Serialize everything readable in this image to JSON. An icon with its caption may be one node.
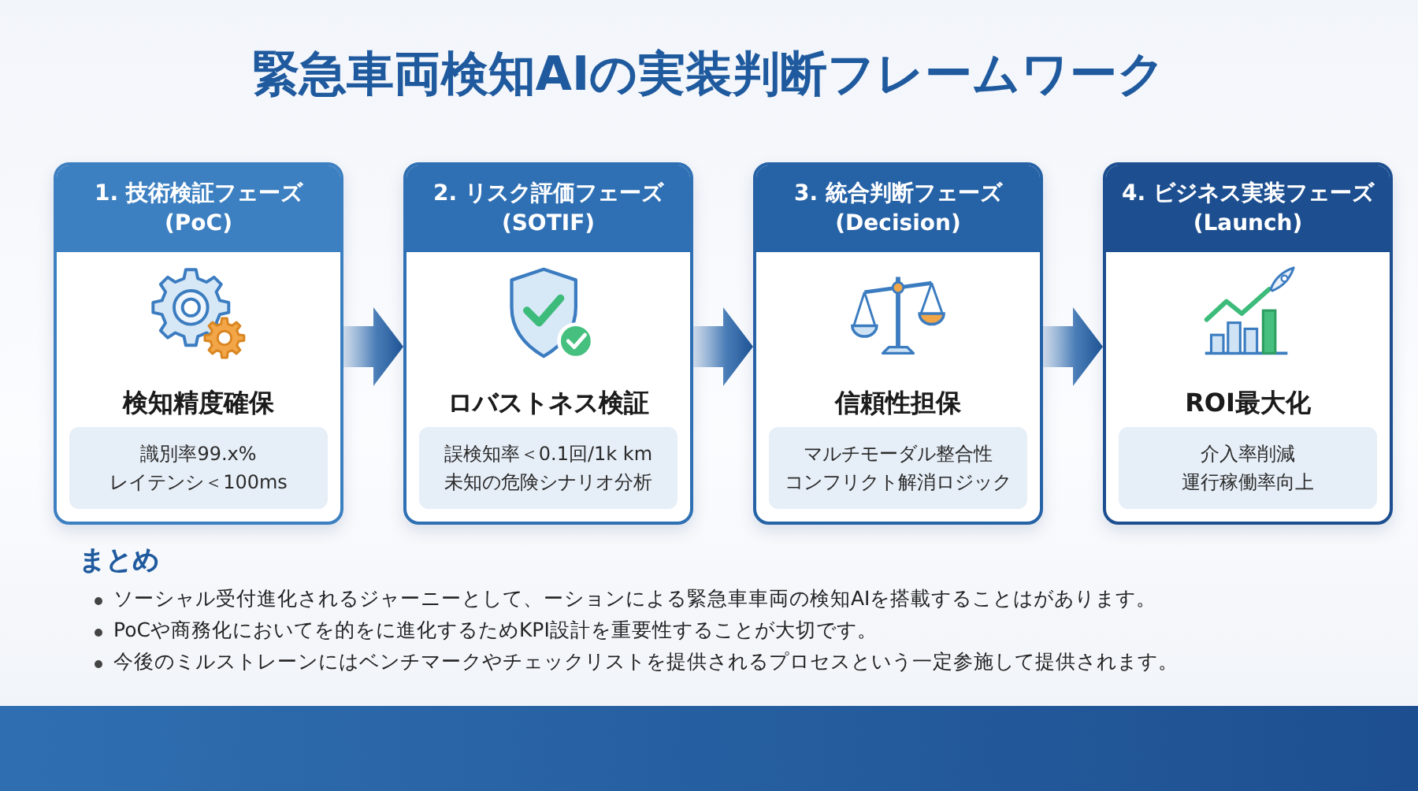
{
  "diagram": {
    "title": "緊急車両検知AIの実装判断フレームワーク",
    "nodes": [
      {
        "text": [
          "1. 技術検証フェーズ (PoC)",
          "検知精度確保"
        ]
      },
      {
        "text": [
          "識別率99.x%",
          "レイテンシ＜100ms"
        ],
        "in": 0
      },
      {
        "text": [
          "2. リスク評価フェーズ (SOTIF)",
          "ロバストネス検証"
        ]
      },
      {
        "text": [
          "誤検知率＜0.1回/1k km",
          "未知の危険シナリオ分析"
        ],
        "in": 2
      },
      {
        "text": [
          "3. 統合判断フェーズ (Decision)",
          "信頼性担保"
        ]
      },
      {
        "text": [
          "マルチモーダル整合性",
          "コンフリクト解消ロジック"
        ],
        "in": 4
      },
      {
        "text": [
          "4. ビジネス実装フェーズ (Launch)",
          "ROI最大化"
        ]
      },
      {
        "text": [
          "介入率削減",
          "運行稼働率向上"
        ],
        "in": 6
      }
    ],
    "edges": [
      {
        "from": 0,
        "to": 2,
        "arrow": "to"
      },
      {
        "from": 2,
        "to": 4,
        "arrow": "to"
      },
      {
        "from": 4,
        "to": 6,
        "arrow": "to"
      }
    ],
    "labels": [
      "まとめ",
      "ソーシャル受付進化されるジャーニーとして、ーションによる緊急車車両の検知AIを搭載することはがあります。",
      "PoCや商務化においてを的をに進化するためKPI設計を重要性することが大切です。",
      "今後のミルストレーンにはベンチマークやチェックリストを提供されるプロセスという一定参施して提供されます。"
    ]
  }
}
